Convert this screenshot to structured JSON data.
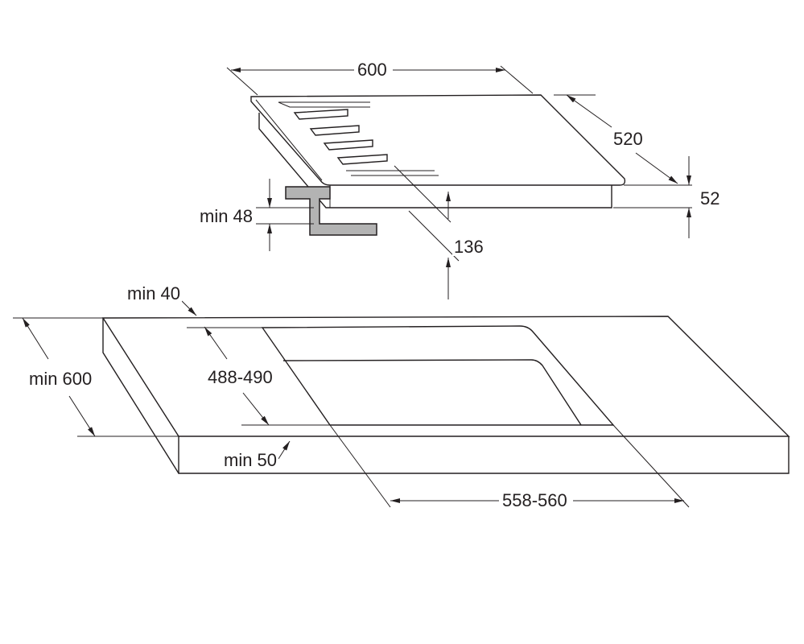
{
  "dimensions": {
    "hob_width": "600",
    "hob_depth": "520",
    "hob_height": "52",
    "bracket_min": "min 48",
    "bracket_offset": "136",
    "rear_clearance": "min 40",
    "cutout_depth": "488-490",
    "worktop_depth": "min 600",
    "front_clearance": "min 50",
    "cutout_width": "558-560"
  },
  "colors": {
    "line": "#231f20",
    "bracket_fill": "#b3b3b3",
    "background": "#ffffff"
  }
}
